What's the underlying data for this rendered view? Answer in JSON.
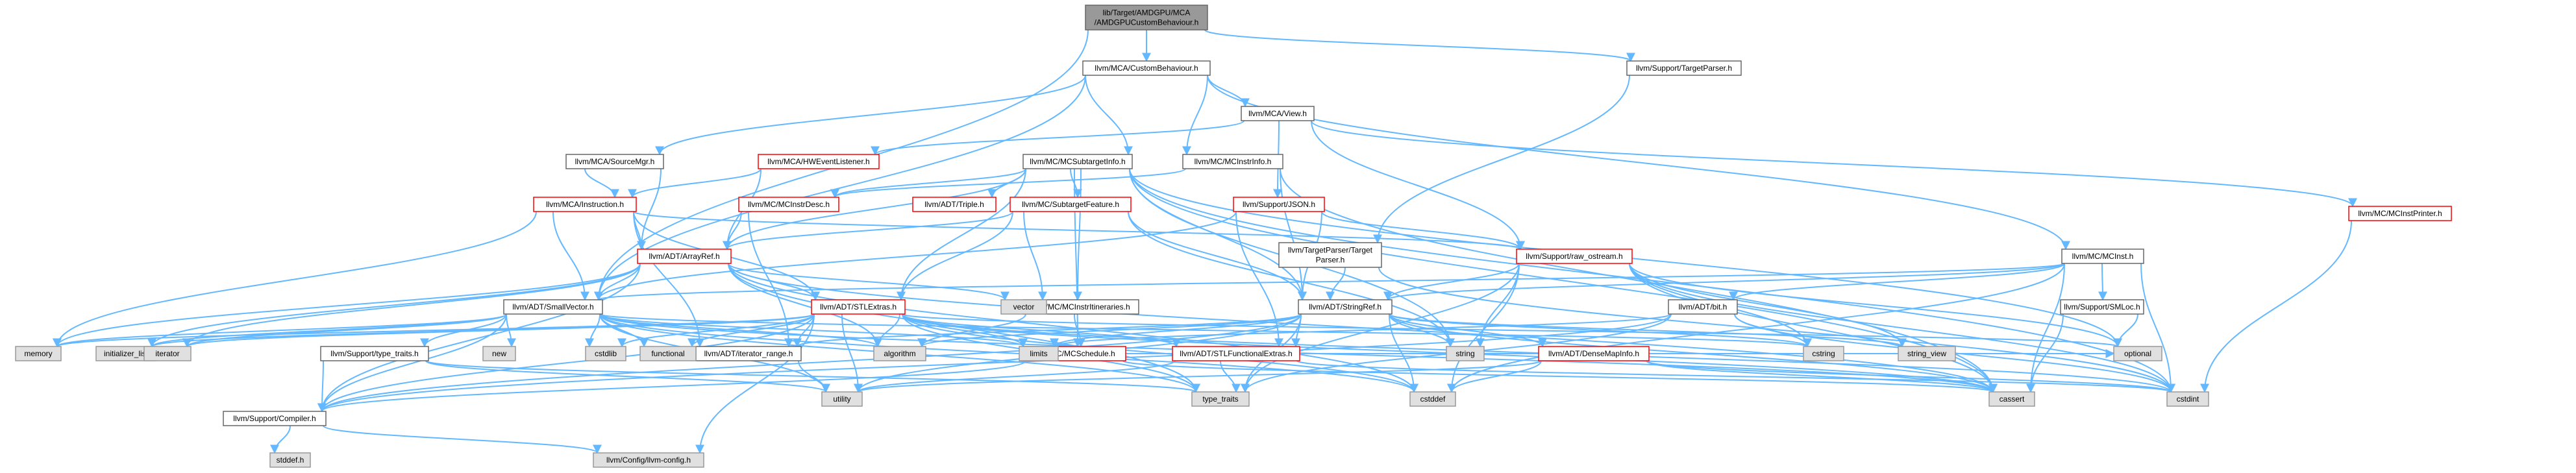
{
  "colors": {
    "edge": "#63b8ff",
    "root_fill": "#999999",
    "normal_border": "#666666",
    "red_border": "#ff0000",
    "system_fill": "#e0e0e0",
    "system_border": "#999999",
    "text": "#000000",
    "background": "#ffffff"
  },
  "nodes": [
    {
      "id": "root",
      "lines": [
        "lib/Target/AMDGPU/MCA",
        "/AMDGPUCustomBehaviour.h"
      ],
      "kind": "root"
    },
    {
      "id": "custom",
      "lines": [
        "llvm/MCA/CustomBehaviour.h"
      ],
      "kind": "normal"
    },
    {
      "id": "targetparser",
      "lines": [
        "llvm/Support/TargetParser.h"
      ],
      "kind": "normal"
    },
    {
      "id": "view",
      "lines": [
        "llvm/MCA/View.h"
      ],
      "kind": "normal"
    },
    {
      "id": "sourcemgr",
      "lines": [
        "llvm/MCA/SourceMgr.h"
      ],
      "kind": "normal"
    },
    {
      "id": "hwevent",
      "lines": [
        "llvm/MCA/HWEventListener.h"
      ],
      "kind": "red"
    },
    {
      "id": "subtarget",
      "lines": [
        "llvm/MC/MCSubtargetInfo.h"
      ],
      "kind": "normal"
    },
    {
      "id": "instrinfo",
      "lines": [
        "llvm/MC/MCInstrInfo.h"
      ],
      "kind": "normal"
    },
    {
      "id": "instprinter",
      "lines": [
        "llvm/MC/MCInstPrinter.h"
      ],
      "kind": "red"
    },
    {
      "id": "instruction",
      "lines": [
        "llvm/MCA/Instruction.h"
      ],
      "kind": "red"
    },
    {
      "id": "instrdesc",
      "lines": [
        "llvm/MC/MCInstrDesc.h"
      ],
      "kind": "red"
    },
    {
      "id": "triple",
      "lines": [
        "llvm/ADT/Triple.h"
      ],
      "kind": "red"
    },
    {
      "id": "subtargetfeature",
      "lines": [
        "llvm/MC/SubtargetFeature.h"
      ],
      "kind": "red"
    },
    {
      "id": "json",
      "lines": [
        "llvm/Support/JSON.h"
      ],
      "kind": "red"
    },
    {
      "id": "arrayref",
      "lines": [
        "llvm/ADT/ArrayRef.h"
      ],
      "kind": "red"
    },
    {
      "id": "tpparser",
      "lines": [
        "llvm/TargetParser/Target",
        "Parser.h"
      ],
      "kind": "normal"
    },
    {
      "id": "rawostream",
      "lines": [
        "llvm/Support/raw_ostream.h"
      ],
      "kind": "red"
    },
    {
      "id": "mcinst",
      "lines": [
        "llvm/MC/MCInst.h"
      ],
      "kind": "normal"
    },
    {
      "id": "smallvector",
      "lines": [
        "llvm/ADT/SmallVector.h"
      ],
      "kind": "normal"
    },
    {
      "id": "stlextras",
      "lines": [
        "llvm/ADT/STLExtras.h"
      ],
      "kind": "red"
    },
    {
      "id": "itineraries",
      "lines": [
        "llvm/MC/MCInstrItineraries.h"
      ],
      "kind": "normal"
    },
    {
      "id": "stringref",
      "lines": [
        "llvm/ADT/StringRef.h"
      ],
      "kind": "normal"
    },
    {
      "id": "bit",
      "lines": [
        "llvm/ADT/bit.h"
      ],
      "kind": "normal"
    },
    {
      "id": "smloc",
      "lines": [
        "llvm/Support/SMLoc.h"
      ],
      "kind": "normal"
    },
    {
      "id": "typetraits",
      "lines": [
        "llvm/Support/type_traits.h"
      ],
      "kind": "normal"
    },
    {
      "id": "iterrange",
      "lines": [
        "llvm/ADT/iterator_range.h"
      ],
      "kind": "normal"
    },
    {
      "id": "schedule",
      "lines": [
        "llvm/MC/MCSchedule.h"
      ],
      "kind": "red"
    },
    {
      "id": "stlfunc",
      "lines": [
        "llvm/ADT/STLFunctionalExtras.h"
      ],
      "kind": "red"
    },
    {
      "id": "densemapinfo",
      "lines": [
        "llvm/ADT/DenseMapInfo.h"
      ],
      "kind": "red"
    },
    {
      "id": "compiler",
      "lines": [
        "llvm/Support/Compiler.h"
      ],
      "kind": "normal"
    },
    {
      "id": "config",
      "lines": [
        "llvm/Config/llvm-config.h"
      ],
      "kind": "system"
    },
    {
      "id": "vector",
      "lines": [
        "vector"
      ],
      "kind": "system"
    },
    {
      "id": "memory",
      "lines": [
        "memory"
      ],
      "kind": "system"
    },
    {
      "id": "initlist",
      "lines": [
        "initializer_list"
      ],
      "kind": "system"
    },
    {
      "id": "iterator",
      "lines": [
        "iterator"
      ],
      "kind": "system"
    },
    {
      "id": "new",
      "lines": [
        "new"
      ],
      "kind": "system"
    },
    {
      "id": "cstdlib",
      "lines": [
        "cstdlib"
      ],
      "kind": "system"
    },
    {
      "id": "functional",
      "lines": [
        "functional"
      ],
      "kind": "system"
    },
    {
      "id": "algorithm",
      "lines": [
        "algorithm"
      ],
      "kind": "system"
    },
    {
      "id": "limits",
      "lines": [
        "limits"
      ],
      "kind": "system"
    },
    {
      "id": "string",
      "lines": [
        "string"
      ],
      "kind": "system"
    },
    {
      "id": "cstring",
      "lines": [
        "cstring"
      ],
      "kind": "system"
    },
    {
      "id": "stringview",
      "lines": [
        "string_view"
      ],
      "kind": "system"
    },
    {
      "id": "optional",
      "lines": [
        "optional"
      ],
      "kind": "system"
    },
    {
      "id": "utility",
      "lines": [
        "utility"
      ],
      "kind": "system"
    },
    {
      "id": "typetraitsstd",
      "lines": [
        "type_traits"
      ],
      "kind": "system"
    },
    {
      "id": "cstddef",
      "lines": [
        "cstddef"
      ],
      "kind": "system"
    },
    {
      "id": "cassert",
      "lines": [
        "cassert"
      ],
      "kind": "system"
    },
    {
      "id": "cstdint",
      "lines": [
        "cstdint"
      ],
      "kind": "system"
    },
    {
      "id": "stddef",
      "lines": [
        "stddef.h"
      ],
      "kind": "system"
    }
  ],
  "edges": [
    [
      "root",
      "custom"
    ],
    [
      "root",
      "targetparser"
    ],
    [
      "root",
      "smallvector"
    ],
    [
      "custom",
      "view"
    ],
    [
      "custom",
      "sourcemgr"
    ],
    [
      "custom",
      "subtarget"
    ],
    [
      "custom",
      "instrinfo"
    ],
    [
      "custom",
      "mcinst"
    ],
    [
      "custom",
      "smallvector"
    ],
    [
      "targetparser",
      "tpparser"
    ],
    [
      "view",
      "hwevent"
    ],
    [
      "view",
      "json"
    ],
    [
      "view",
      "rawostream"
    ],
    [
      "view",
      "instprinter"
    ],
    [
      "sourcemgr",
      "instruction"
    ],
    [
      "sourcemgr",
      "arrayref"
    ],
    [
      "hwevent",
      "instruction"
    ],
    [
      "hwevent",
      "arrayref"
    ],
    [
      "subtarget",
      "arrayref"
    ],
    [
      "subtarget",
      "stringref"
    ],
    [
      "subtarget",
      "instrdesc"
    ],
    [
      "subtarget",
      "triple"
    ],
    [
      "subtarget",
      "subtargetfeature"
    ],
    [
      "subtarget",
      "itineraries"
    ],
    [
      "subtarget",
      "schedule"
    ],
    [
      "subtarget",
      "stlextras"
    ],
    [
      "subtarget",
      "cassert"
    ],
    [
      "subtarget",
      "cstdint"
    ],
    [
      "subtarget",
      "string"
    ],
    [
      "subtarget",
      "optional"
    ],
    [
      "instrinfo",
      "stringref"
    ],
    [
      "instrinfo",
      "instrdesc"
    ],
    [
      "instrinfo",
      "cassert"
    ],
    [
      "instprinter",
      "cstdint"
    ],
    [
      "instruction",
      "arrayref"
    ],
    [
      "instruction",
      "smallvector"
    ],
    [
      "instruction",
      "stlextras"
    ],
    [
      "instruction",
      "rawostream"
    ],
    [
      "instruction",
      "iterrange"
    ],
    [
      "instruction",
      "memory"
    ],
    [
      "instrdesc",
      "arrayref"
    ],
    [
      "instrdesc",
      "iterrange"
    ],
    [
      "subtargetfeature",
      "arrayref"
    ],
    [
      "subtargetfeature",
      "stringref"
    ],
    [
      "subtargetfeature",
      "stlextras"
    ],
    [
      "subtargetfeature",
      "vector"
    ],
    [
      "subtargetfeature",
      "string"
    ],
    [
      "json",
      "stringref"
    ],
    [
      "json",
      "stlfunc"
    ],
    [
      "json",
      "rawostream"
    ],
    [
      "json",
      "smallvector"
    ],
    [
      "arrayref",
      "smallvector"
    ],
    [
      "arrayref",
      "stlextras"
    ],
    [
      "arrayref",
      "compiler"
    ],
    [
      "arrayref",
      "algorithm"
    ],
    [
      "arrayref",
      "array_ignore"
    ],
    [
      "arrayref",
      "cassert"
    ],
    [
      "arrayref",
      "cstddef"
    ],
    [
      "arrayref",
      "initlist"
    ],
    [
      "arrayref",
      "iterator"
    ],
    [
      "arrayref",
      "memory"
    ],
    [
      "arrayref",
      "typetraitsstd"
    ],
    [
      "arrayref",
      "vector"
    ],
    [
      "tpparser",
      "stringref"
    ],
    [
      "tpparser",
      "cstdint"
    ],
    [
      "rawostream",
      "stringref"
    ],
    [
      "rawostream",
      "cassert"
    ],
    [
      "rawostream",
      "cstddef"
    ],
    [
      "rawostream",
      "cstring"
    ],
    [
      "rawostream",
      "string"
    ],
    [
      "rawostream",
      "stringview"
    ],
    [
      "rawostream",
      "optional"
    ],
    [
      "rawostream",
      "typetraitsstd"
    ],
    [
      "rawostream",
      "cstdint"
    ],
    [
      "mcinst",
      "smallvector"
    ],
    [
      "mcinst",
      "bit"
    ],
    [
      "mcinst",
      "smloc"
    ],
    [
      "mcinst",
      "stringref"
    ],
    [
      "mcinst",
      "cassert"
    ],
    [
      "mcinst",
      "cstddef"
    ],
    [
      "mcinst",
      "cstdint"
    ],
    [
      "smallvector",
      "compiler"
    ],
    [
      "smallvector",
      "typetraits"
    ],
    [
      "smallvector",
      "algorithm"
    ],
    [
      "smallvector",
      "cassert"
    ],
    [
      "smallvector",
      "cstddef"
    ],
    [
      "smallvector",
      "cstdlib"
    ],
    [
      "smallvector",
      "cstring"
    ],
    [
      "smallvector",
      "functional"
    ],
    [
      "smallvector",
      "initlist"
    ],
    [
      "smallvector",
      "iterator"
    ],
    [
      "smallvector",
      "limits"
    ],
    [
      "smallvector",
      "memory"
    ],
    [
      "smallvector",
      "new"
    ],
    [
      "smallvector",
      "typetraitsstd"
    ],
    [
      "smallvector",
      "utility"
    ],
    [
      "stlextras",
      "stlfunc"
    ],
    [
      "stlextras",
      "iterrange"
    ],
    [
      "stlextras",
      "compiler"
    ],
    [
      "stlextras",
      "config"
    ],
    [
      "stlextras",
      "algorithm"
    ],
    [
      "stlextras",
      "cassert"
    ],
    [
      "stlextras",
      "cstddef"
    ],
    [
      "stlextras",
      "cstdint"
    ],
    [
      "stlextras",
      "cstdlib"
    ],
    [
      "stlextras",
      "functional"
    ],
    [
      "stlextras",
      "initlist"
    ],
    [
      "stlextras",
      "iterator"
    ],
    [
      "stlextras",
      "limits"
    ],
    [
      "stlextras",
      "memory"
    ],
    [
      "stlextras",
      "optional"
    ],
    [
      "stlextras",
      "typetraitsstd"
    ],
    [
      "stlextras",
      "utility"
    ],
    [
      "itineraries",
      "schedule"
    ],
    [
      "itineraries",
      "algorithm"
    ],
    [
      "stringref",
      "densemapinfo"
    ],
    [
      "stringref",
      "stlfunc"
    ],
    [
      "stringref",
      "iterrange"
    ],
    [
      "stringref",
      "compiler"
    ],
    [
      "stringref",
      "algorithm"
    ],
    [
      "stringref",
      "cassert"
    ],
    [
      "stringref",
      "cstddef"
    ],
    [
      "stringref",
      "cstring"
    ],
    [
      "stringref",
      "limits"
    ],
    [
      "stringref",
      "string"
    ],
    [
      "stringref",
      "stringview"
    ],
    [
      "stringref",
      "typetraitsstd"
    ],
    [
      "stringref",
      "utility"
    ],
    [
      "bit",
      "compiler"
    ],
    [
      "bit",
      "cstdint"
    ],
    [
      "bit",
      "limits"
    ],
    [
      "bit",
      "typetraitsstd"
    ],
    [
      "bit",
      "cstring"
    ],
    [
      "smloc",
      "cassert"
    ],
    [
      "smloc",
      "optional"
    ],
    [
      "typetraits",
      "compiler"
    ],
    [
      "typetraits",
      "typetraitsstd"
    ],
    [
      "typetraits",
      "utility"
    ],
    [
      "iterrange",
      "utility"
    ],
    [
      "schedule",
      "compiler"
    ],
    [
      "schedule",
      "cassert"
    ],
    [
      "schedule",
      "optional"
    ],
    [
      "stlfunc",
      "typetraitsstd"
    ],
    [
      "stlfunc",
      "cstdint"
    ],
    [
      "stlfunc",
      "utility"
    ],
    [
      "densemapinfo",
      "cassert"
    ],
    [
      "densemapinfo",
      "cstddef"
    ],
    [
      "densemapinfo",
      "cstdint"
    ],
    [
      "densemapinfo",
      "tuple_ignore"
    ],
    [
      "densemapinfo",
      "utility"
    ],
    [
      "compiler",
      "config"
    ],
    [
      "compiler",
      "stddef"
    ]
  ]
}
